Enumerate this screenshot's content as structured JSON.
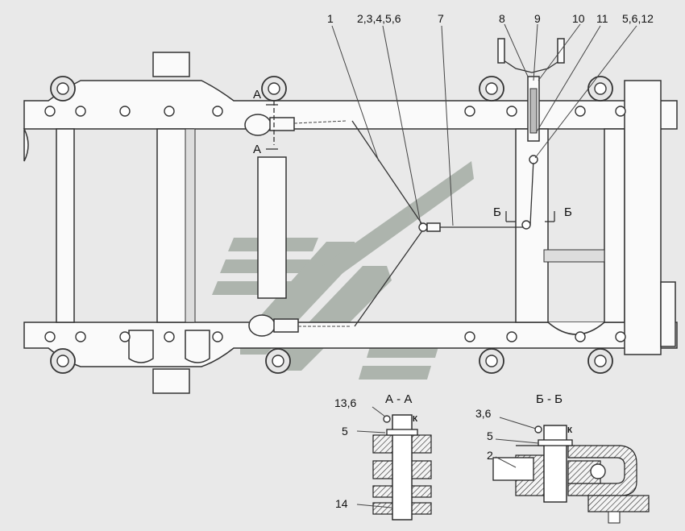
{
  "callouts": {
    "c1": "1",
    "c2": "2,3,4,5,6",
    "c7": "7",
    "c8": "8",
    "c9": "9",
    "c10": "10",
    "c11": "11",
    "c12": "5,6,12"
  },
  "section_marks": {
    "a_top": "А",
    "a_bottom": "А",
    "b_left": "Б",
    "b_right": "Б"
  },
  "section_aa": {
    "title": "А - А",
    "c13": "13,6",
    "c5": "5",
    "c14": "14",
    "k": "К"
  },
  "section_bb": {
    "title": "Б - Б",
    "c3": "3,6",
    "c5": "5",
    "c2": "2",
    "k": "К"
  },
  "colors": {
    "watermark": "#9fa79f",
    "lines": "#333333",
    "background": "#e9e9e9"
  }
}
